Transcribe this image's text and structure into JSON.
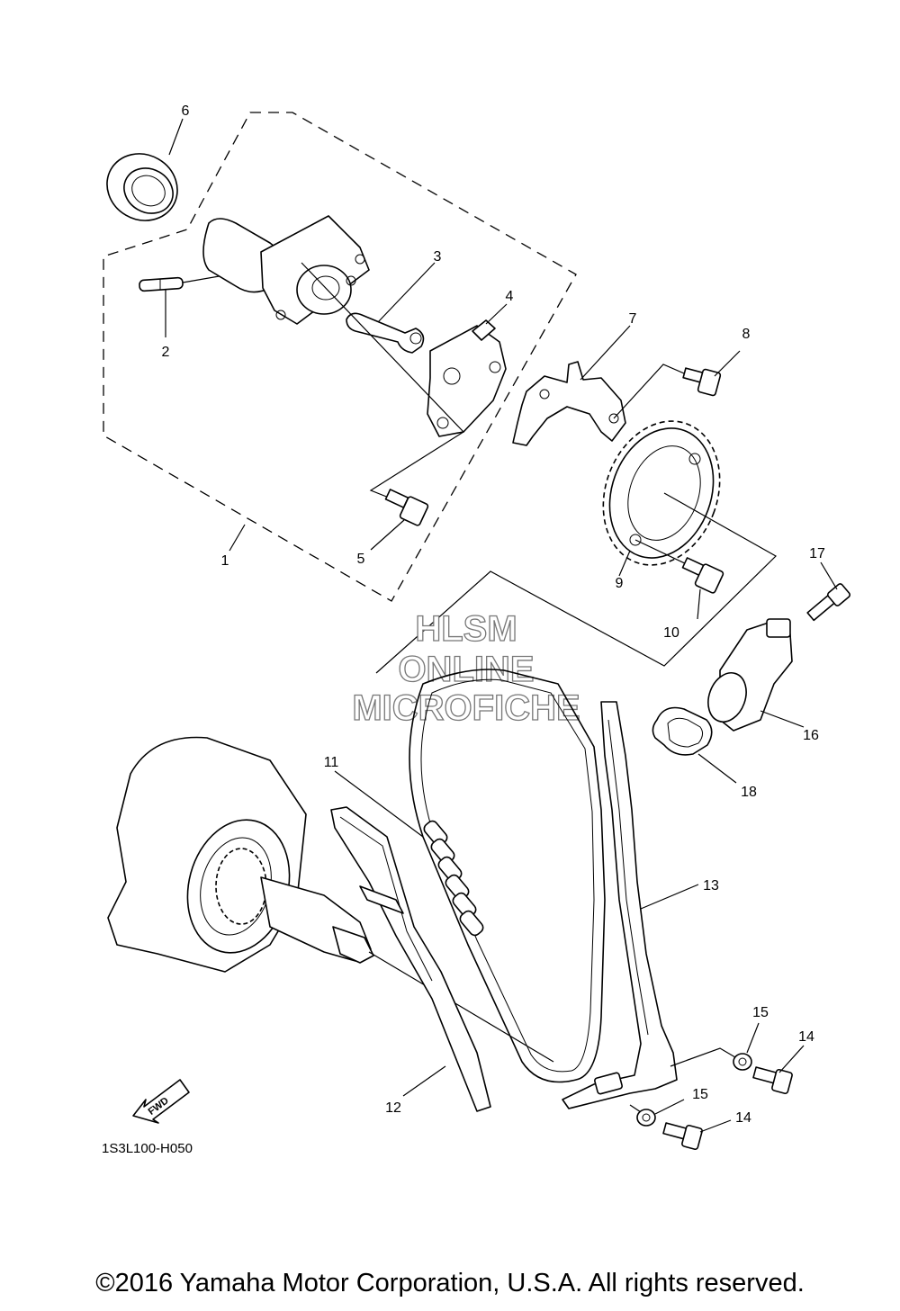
{
  "diagram": {
    "callouts": [
      "1",
      "2",
      "3",
      "4",
      "5",
      "6",
      "7",
      "8",
      "9",
      "10",
      "11",
      "12",
      "13",
      "14",
      "14",
      "15",
      "15",
      "16",
      "17",
      "18"
    ],
    "watermark": [
      "HLSM",
      "ONLINE",
      "MICROFICHE"
    ],
    "fwd_label": "FWD",
    "diagram_code": "1S3L100-H050",
    "copyright": "©2016 Yamaha Motor Corporation, U.S.A. All rights reserved."
  }
}
